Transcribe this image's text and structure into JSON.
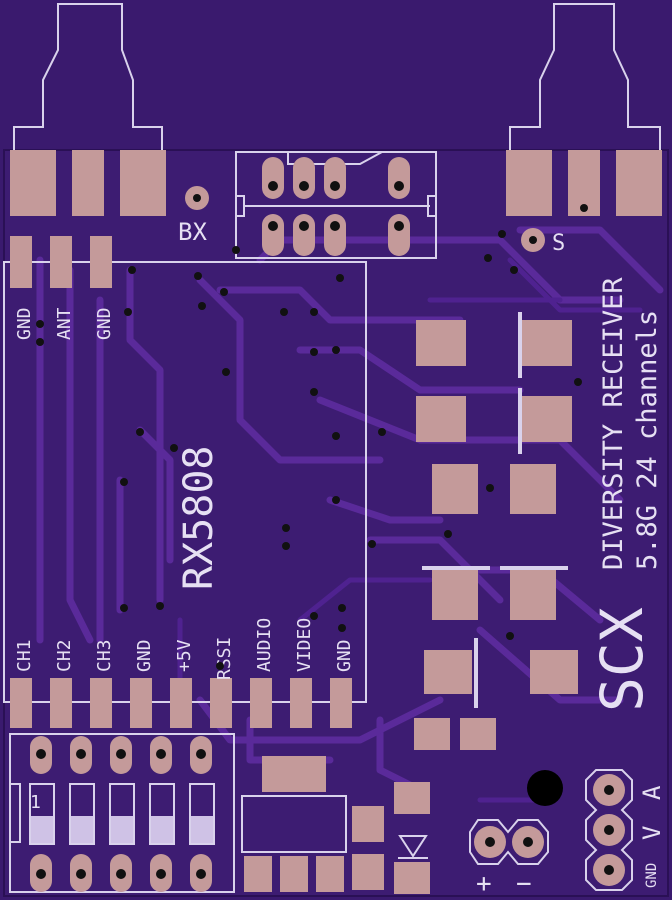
{
  "board": {
    "colors": {
      "soldermask": "#3a1a6e",
      "trace": "#5a2a9a",
      "pad": "#c49a9a",
      "silkscreen": "#d9d2ec"
    },
    "antenna_labels": {
      "bx": "BX",
      "s": "S"
    },
    "antenna_pins": [
      "GND",
      "ANT",
      "GND"
    ],
    "module_name": "RX5808",
    "module_pins": [
      "CH1",
      "CH2",
      "CH3",
      "GND",
      "+5V",
      "RSSI",
      "AUDIO",
      "VIDEO",
      "GND"
    ],
    "logo": "SCX",
    "title_line1": "DIVERSITY RECEIVER",
    "title_line2": "5.8G 24 channels",
    "dip_switch_label": "1",
    "power_labels": {
      "plus": "+",
      "minus": "−"
    },
    "output_labels": {
      "a": "A",
      "v": "V",
      "gnd": "GND"
    }
  }
}
